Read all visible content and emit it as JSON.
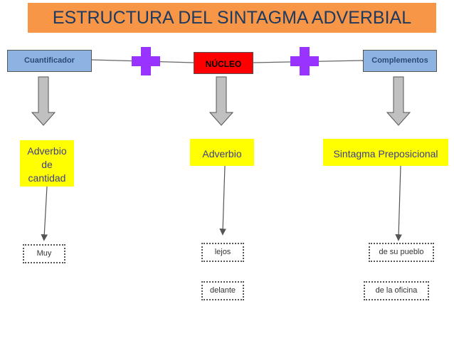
{
  "title": "ESTRUCTURA DEL SINTAGMA ADVERBIAL",
  "columns": {
    "left": {
      "header": "Cuantificador",
      "category_lines": [
        "Adverbio",
        "de",
        "cantidad"
      ],
      "examples": [
        "Muy"
      ]
    },
    "center": {
      "header": "NÚCLEO",
      "category": "Adverbio",
      "examples": [
        "lejos",
        "delante"
      ]
    },
    "right": {
      "header": "Complementos",
      "category": "Sintagma Preposicional",
      "examples": [
        "de su pueblo",
        "de la oficina"
      ]
    }
  },
  "colors": {
    "title_bg": "#f79646",
    "title_text": "#1f3a60",
    "header_bg": "#8db3e2",
    "nucleus_bg": "#ff0000",
    "plus": "#9933ff",
    "category_bg": "#ffff00",
    "arrow_fill": "#c0c0c0"
  },
  "icons": [
    "plus-icon",
    "down-arrow-icon"
  ]
}
